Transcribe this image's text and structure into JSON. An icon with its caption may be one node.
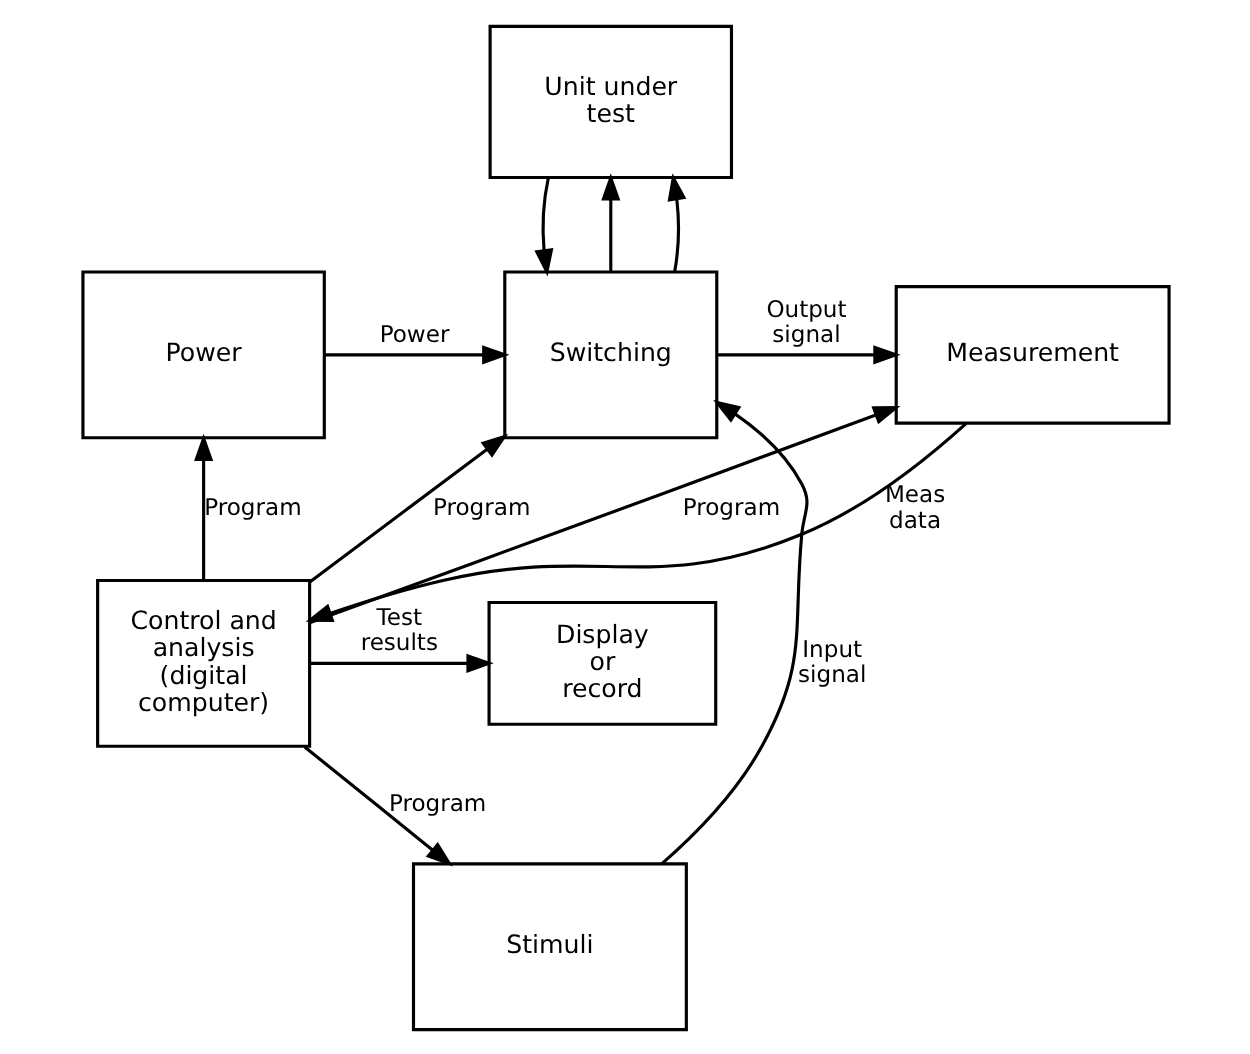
{
  "diagram": {
    "nodes": [
      {
        "text": [
          "Unit under test"
        ]
      },
      {
        "text": [
          "Power"
        ]
      },
      {
        "text": [
          "Switching"
        ]
      },
      {
        "text": [
          "Measurement"
        ]
      },
      {
        "text": [
          "Stimuli"
        ]
      },
      {
        "text": [
          "Control and analysis (digital computer)"
        ]
      },
      {
        "text": [
          "Display or record"
        ]
      }
    ],
    "edges": [
      {
        "from": 1,
        "to": 2,
        "arrow": "to",
        "label": "Power"
      },
      {
        "from": 4,
        "to": 2,
        "arrow": "to",
        "label": "Input signal"
      },
      {
        "from": 2,
        "to": 0,
        "arrow": "to"
      },
      {
        "from": 2,
        "to": 0,
        "arrow": "to"
      },
      {
        "from": 0,
        "to": 2,
        "arrow": "to"
      },
      {
        "from": 2,
        "to": 3,
        "arrow": "to",
        "label": "Output signal"
      },
      {
        "from": 5,
        "to": 2,
        "arrow": "to",
        "label": "Program"
      },
      {
        "from": 5,
        "to": 3,
        "arrow": "to",
        "label": "Program"
      },
      {
        "from": 3,
        "to": 5,
        "arrow": "to",
        "label": "Meas data"
      },
      {
        "from": 5,
        "to": 4,
        "arrow": "to",
        "label": "Program"
      },
      {
        "from": 5,
        "to": 1,
        "arrow": "to",
        "label": "Program"
      },
      {
        "from": 5,
        "to": 6,
        "arrow": "to",
        "label": "Test results"
      }
    ]
  }
}
